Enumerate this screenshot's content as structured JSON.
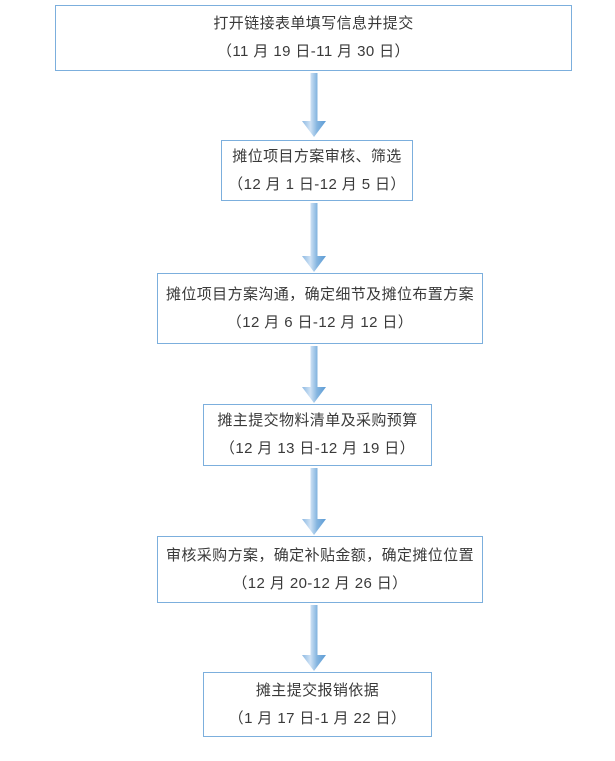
{
  "diagram": {
    "type": "vertical-flowchart",
    "orientation": "top-to-bottom",
    "accent_color": "#7cafdd",
    "arrow_color": "#5b9bd5",
    "text_color": "#3a3a3a",
    "background_color": "#ffffff",
    "nodes": [
      {
        "id": "step-1",
        "title": "打开链接表单填写信息并提交",
        "period": "（11 月 19 日-11 月 30 日）"
      },
      {
        "id": "step-2",
        "title": "摊位项目方案审核、筛选",
        "period": "（12 月 1 日-12 月 5 日）"
      },
      {
        "id": "step-3",
        "title": "摊位项目方案沟通，确定细节及摊位布置方案",
        "period": "（12 月 6 日-12 月 12 日）"
      },
      {
        "id": "step-4",
        "title": "摊主提交物料清单及采购预算",
        "period": "（12 月 13 日-12 月 19 日）"
      },
      {
        "id": "step-5",
        "title": "审核采购方案，确定补贴金额，确定摊位位置",
        "period": "（12 月 20-12 月 26 日）"
      },
      {
        "id": "step-6",
        "title": "摊主提交报销依据",
        "period": "（1 月 17 日-1 月 22 日）"
      }
    ],
    "connectors": [
      {
        "id": "arrow-1-2",
        "from": "step-1",
        "to": "step-2"
      },
      {
        "id": "arrow-2-3",
        "from": "step-2",
        "to": "step-3"
      },
      {
        "id": "arrow-3-4",
        "from": "step-3",
        "to": "step-4"
      },
      {
        "id": "arrow-4-5",
        "from": "step-4",
        "to": "step-5"
      },
      {
        "id": "arrow-5-6",
        "from": "step-5",
        "to": "step-6"
      }
    ]
  }
}
